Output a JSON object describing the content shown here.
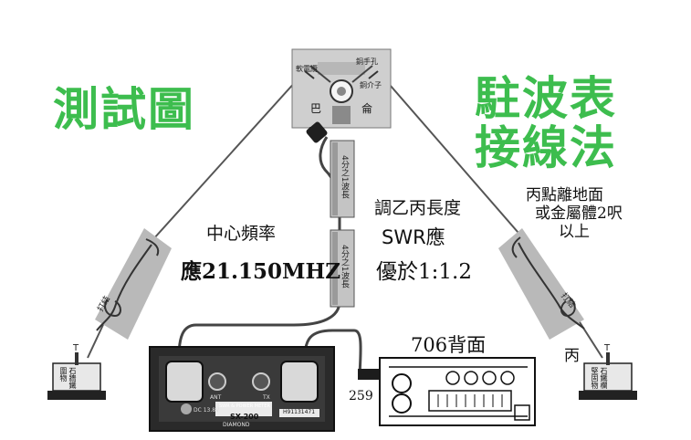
{
  "diagram": {
    "title_left": "測試圖",
    "title_right_line1": "駐波表",
    "title_right_line2": "接線法",
    "center_freq_label": "中心頻率",
    "center_freq_value": "應21.150MHZ",
    "adjust_label": "調乙丙長度",
    "swr_label": "SWR應",
    "swr_value": "優於1:1.2",
    "height_note_line1": "丙點離地面",
    "height_note_line2": "或金屬體2呎",
    "height_note_line3": "以上",
    "rig_label": "706背面",
    "connector_label": "259",
    "point_bing": "丙",
    "balun": {
      "label_left": "軟電纜",
      "label_right_top": "銅手孔",
      "label_right_mid": "銅介子",
      "char_left": "巴",
      "char_right": "侖"
    },
    "quarter_wave_label": "4分之1波長",
    "insulator_left": "打結",
    "insulator_right": "打結",
    "anchor_left": "石牆鐵圍物",
    "anchor_right": "石鐵欄堅固物",
    "anchor_t": "T",
    "meter": {
      "model": "SX-200",
      "title": "SWR & POWER METER",
      "brand": "DIAMOND",
      "ant_label": "ANT",
      "tx_label": "TX",
      "dc_label": "DC 13.8V",
      "serial": "H91131471"
    },
    "colors": {
      "title_green": "#3dbd4e",
      "wire": "#555555",
      "panel_gray": "#b9b9b9"
    }
  }
}
